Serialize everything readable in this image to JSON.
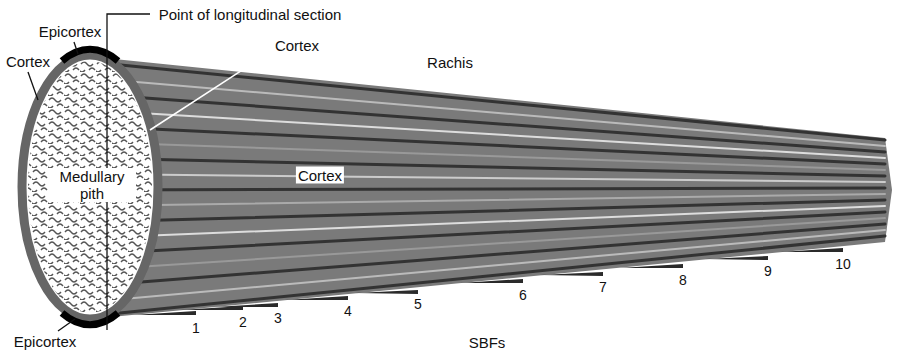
{
  "diagram": {
    "labels": [
      "Point of longitudinal section",
      "Epicortex",
      "Cortex",
      "Cortex",
      "Rachis",
      "Medullary pith",
      "Cortex",
      "1",
      "2",
      "3",
      "4",
      "5",
      "6",
      "7",
      "8",
      "9",
      "10",
      "SBFs",
      "Epicortex"
    ]
  }
}
